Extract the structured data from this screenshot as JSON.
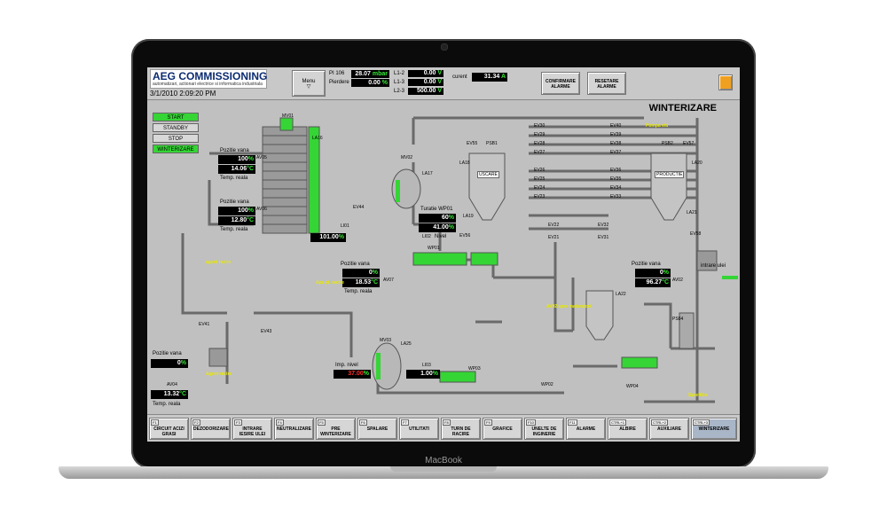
{
  "header": {
    "logo_title": "AEG COMMISSIONING",
    "logo_subtitle": "automatizari, actionari electrice si informatica industriala",
    "datetime": "3/1/2010 2:09:20 PM",
    "menu_label": "Menu",
    "readings": [
      {
        "label": "PI 106",
        "value": "28.07",
        "unit": "mbar"
      },
      {
        "label": "Pierdere",
        "value": "0.00",
        "unit": "%"
      }
    ],
    "phases": [
      {
        "label": "L1-2",
        "value": "0.00",
        "unit": "V"
      },
      {
        "label": "L1-3",
        "value": "0.00",
        "unit": "V"
      },
      {
        "label": "L2-3",
        "value": "500.00",
        "unit": "V"
      }
    ],
    "current_label": "curent",
    "current_value": "31.34",
    "current_unit": "A",
    "confirm_btn": "CONFIRMARE ALARME",
    "reset_btn": "RESETARE ALARME"
  },
  "diagram": {
    "title": "WINTERIZARE",
    "modes": [
      {
        "label": "START",
        "active": true
      },
      {
        "label": "STANDBY",
        "active": false
      },
      {
        "label": "STOP",
        "active": false
      },
      {
        "label": "WINTERIZARE",
        "active": true
      }
    ],
    "pozitie_vana": "Pozitie vana",
    "temp_reala": "Temp. reala",
    "av05": {
      "tag": "AV05",
      "pos": "100",
      "temp": "14.06"
    },
    "av06": {
      "tag": "AV06",
      "pos": "100",
      "temp": "12.80"
    },
    "av07": {
      "tag": "AV07",
      "pos": "0",
      "temp": "18.53"
    },
    "av04": {
      "tag": "AV04",
      "pos": "0",
      "temp": "13.32"
    },
    "av02": {
      "tag": "AV02",
      "pos": "0",
      "temp": "96.27"
    },
    "li01": {
      "tag": "LI01",
      "value": "101.00"
    },
    "turatie": {
      "label": "Turatie WP01",
      "speed": "60",
      "level": "41.00",
      "level_label": "Nivel",
      "tag": "LI02"
    },
    "imp_nivel": {
      "label": "Imp. nivel",
      "value": "37.00"
    },
    "li03": {
      "tag": "LI03",
      "value": "1.00"
    },
    "tanks": {
      "uscare": "USCARE",
      "productie": "PRODUCTIE"
    },
    "yellow_labels": {
      "agent_racire": "agent racire",
      "apa_racire": "Apa pt. racire",
      "pompa": "Pompa vid",
      "iesire_racire": "Iesire agent racire",
      "agent_racire2": "Agent racire",
      "ev_spre": "AV02 spre maturatori",
      "spre": "Sprefiltre"
    },
    "iesire_ulei": "intrare ulei",
    "tags": [
      "MV01",
      "LA16",
      "EV44",
      "MV02",
      "LA17",
      "EV55",
      "PSB1",
      "LA18",
      "LA19",
      "EV56",
      "WP01",
      "MV03",
      "LA25",
      "EV41",
      "EV43",
      "WP03",
      "WP02",
      "LA22",
      "PS04",
      "WP04",
      "PSB2",
      "EV57",
      "LA20",
      "LA21",
      "EV58",
      "EV22",
      "EV21",
      "EV32",
      "EV31"
    ],
    "right_ev": [
      "EV30",
      "EV29",
      "EV28",
      "EV27",
      "EV26",
      "EV25",
      "EV24",
      "EV23"
    ],
    "right_ev2": [
      "EV40",
      "EV39",
      "EV38",
      "EV37",
      "EV36",
      "EV35",
      "EV34",
      "EV33"
    ]
  },
  "function_keys": [
    {
      "key": "F1",
      "label": "CIRCUIT ACIZI GRASI"
    },
    {
      "key": "F2",
      "label": "DEZODORIZARE"
    },
    {
      "key": "F3",
      "label": "INTRARE IESIRE ULEI"
    },
    {
      "key": "F4",
      "label": "NEUTRALIZARE"
    },
    {
      "key": "F5",
      "label": "PRE WINTERIZARE"
    },
    {
      "key": "F6",
      "label": "SPALARE"
    },
    {
      "key": "F7",
      "label": "UTILITATI"
    },
    {
      "key": "F8",
      "label": "TURN DE RACIRE"
    },
    {
      "key": "F9",
      "label": "GRAFICE"
    },
    {
      "key": "F10",
      "label": "UNELTE DE INGINERIE"
    },
    {
      "key": "F11",
      "label": "ALARME"
    },
    {
      "key": "CTRL+1",
      "label": "ALBIRE"
    },
    {
      "key": "CTRL+2",
      "label": "AUXILIARE"
    },
    {
      "key": "CTRL+3",
      "label": "WINTERIZARE"
    }
  ],
  "laptop_brand": "MacBook",
  "colors": {
    "accent_green": "#35d535",
    "value_green": "#35e835",
    "background": "#c0c0c0",
    "yellow_label": "#e8e800"
  }
}
